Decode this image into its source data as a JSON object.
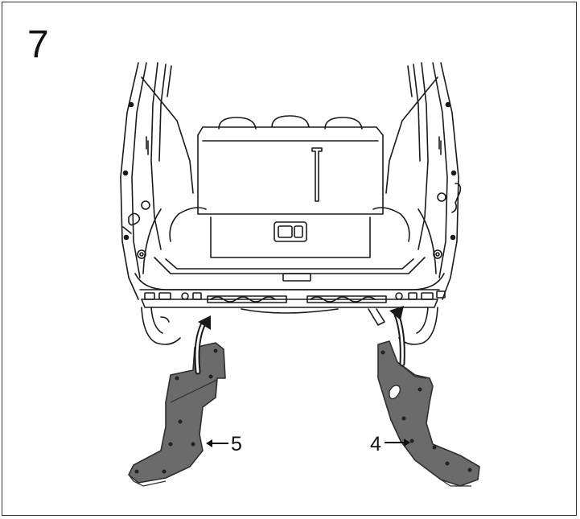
{
  "step_number": "7",
  "callouts": {
    "left_bracket": "5",
    "right_bracket": "4"
  },
  "colors": {
    "line": "#1a1a1a",
    "bracket_fill": "#6b6b6b",
    "bracket_edge": "#2e2e2e",
    "background": "#ffffff"
  }
}
